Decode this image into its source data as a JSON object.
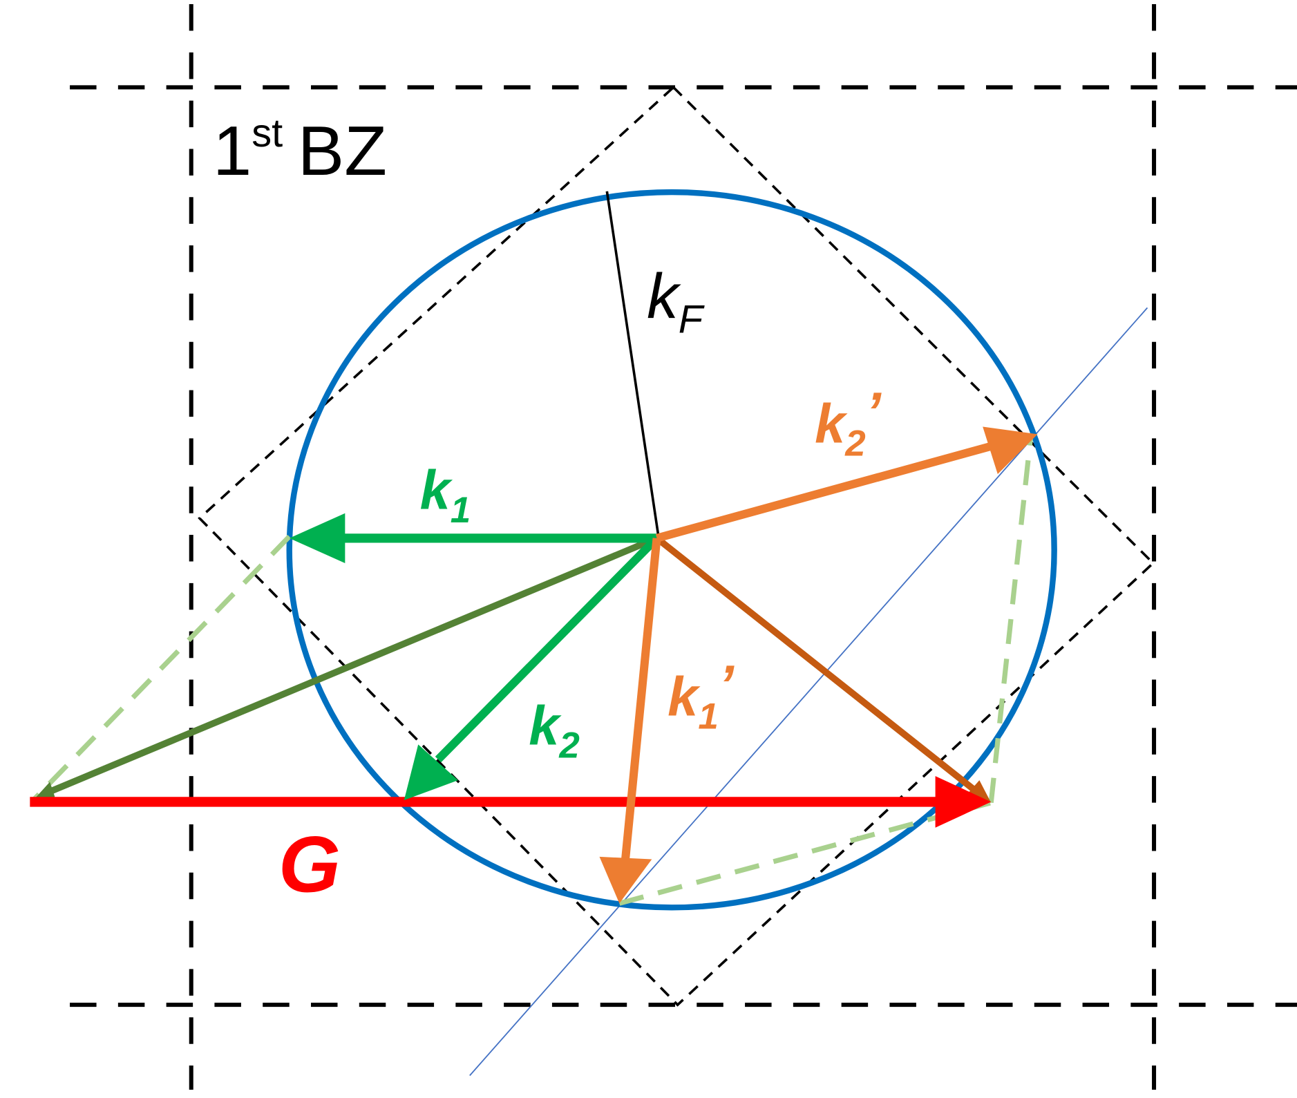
{
  "diagram": {
    "title": "1st BZ",
    "title_main": "1",
    "title_sup": "st",
    "title_rest": "BZ",
    "labels": {
      "kF": {
        "base": "k",
        "sub": "F"
      },
      "k1": {
        "base": "k",
        "sub": "1"
      },
      "k2": {
        "base": "k",
        "sub": "2"
      },
      "k1p": {
        "base": "k",
        "sub": "1",
        "prime": "’"
      },
      "k2p": {
        "base": "k",
        "sub": "2",
        "prime": "’"
      },
      "G": "G"
    },
    "colors": {
      "fermi_circle": "#0070C0",
      "k_initial": "#00B050",
      "k_sum": "#548235",
      "k_final": "#ED7D31",
      "k_final_sum": "#C55A11",
      "G_vector": "#FF0000",
      "dashed_construction": "#A9D18E",
      "bz_boundary": "#000000",
      "guide_line": "#4472C4"
    }
  }
}
